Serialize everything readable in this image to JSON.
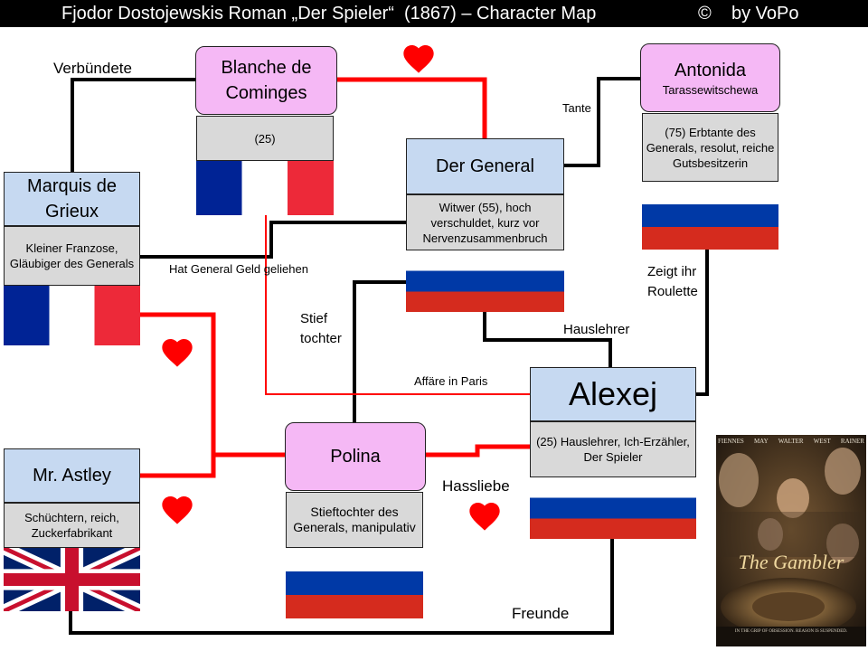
{
  "title": "Fjodor Dostojewskis Roman „Der Spieler“  (1867) – Character Map",
  "copyright": "©    by VoPo",
  "colors": {
    "relation_line": "#000000",
    "love_line": "#ff0000",
    "heart": "#ff0000",
    "name_box": "#c6d9f1",
    "main_name_box": "#f5b8f5",
    "description_box": "#d9d9d9"
  },
  "characters": {
    "blanche": {
      "name": "Blanche de Cominges",
      "desc": "(25)",
      "flag": "france"
    },
    "general": {
      "name": "Der General",
      "desc": "Witwer (55), hoch verschuldet, kurz vor Nervenzusammenbruch",
      "flag": "russia"
    },
    "antonida": {
      "name": "Antonida",
      "subname": "Tarassewitschewa",
      "desc": "(75) Erbtante des Generals, resolut, reiche Gutsbesitzerin",
      "flag": "russia"
    },
    "marquis": {
      "name": "Marquis de Grieux",
      "desc": "Kleiner Franzose, Gläubiger des Generals",
      "flag": "france"
    },
    "alexej": {
      "name": "Alexej",
      "desc": "(25) Hauslehrer, Ich-Erzähler, Der Spieler",
      "flag": "russia"
    },
    "polina": {
      "name": "Polina",
      "desc": "Stieftochter des Generals, manipulativ",
      "flag": "russia"
    },
    "astley": {
      "name": "Mr. Astley",
      "desc": "Schüchtern, reich, Zuckerfabrikant",
      "flag": "uk"
    }
  },
  "relations": {
    "verbuendete": "Verbündete",
    "tante": "Tante",
    "geld": "Hat General Geld geliehen",
    "stieftochter": "Stief\ntochter",
    "roulette": "Zeigt ihr\nRoulette",
    "hauslehrer": "Hauslehrer",
    "affaere": "Affäre in Paris",
    "hassliebe": "Hassliebe",
    "freunde": "Freunde"
  },
  "poster": {
    "title": "The Gambler",
    "names": [
      "FIENNES",
      "MAY",
      "WALTER",
      "WEST",
      "RAINER"
    ],
    "tagline": "IN THE GRIP OF OBSESSION. REASON IS SUSPENDED."
  }
}
